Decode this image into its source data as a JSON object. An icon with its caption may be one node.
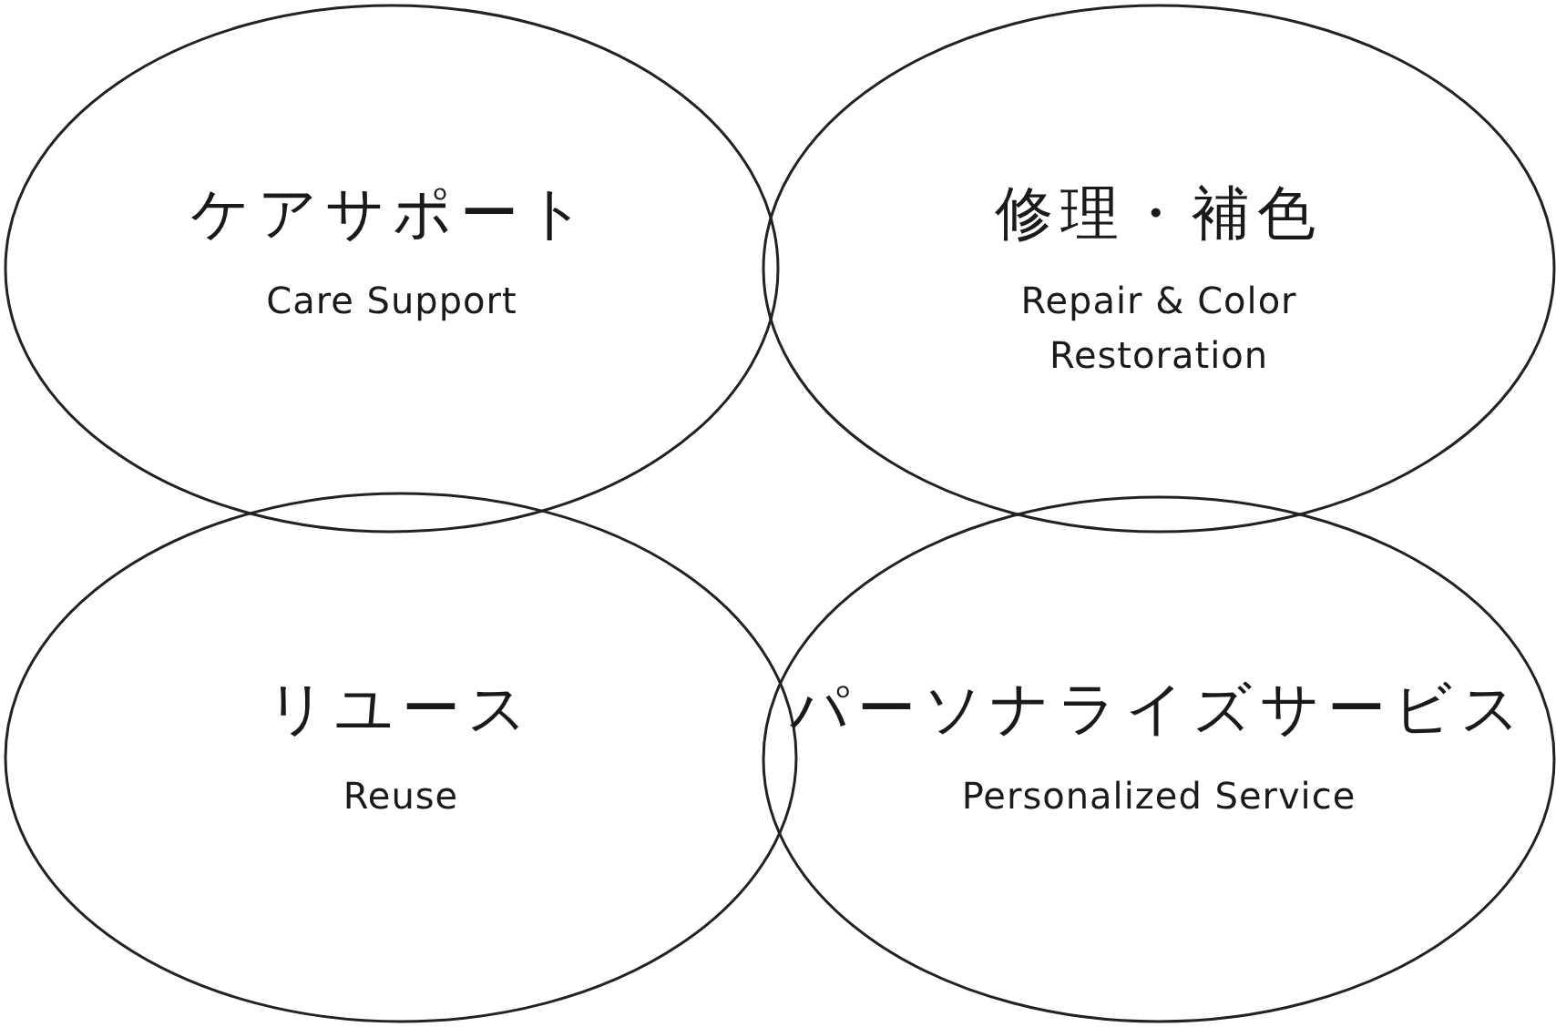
{
  "diagram": {
    "nodes": [
      {
        "text": [
          "ケアサポート",
          "Care Support"
        ]
      },
      {
        "text": [
          "修理・補色",
          "Repair & Color Restoration"
        ]
      },
      {
        "text": [
          "リユース",
          "Reuse"
        ]
      },
      {
        "text": [
          "パーソナライズサービス",
          "Personalized Service"
        ]
      }
    ]
  }
}
